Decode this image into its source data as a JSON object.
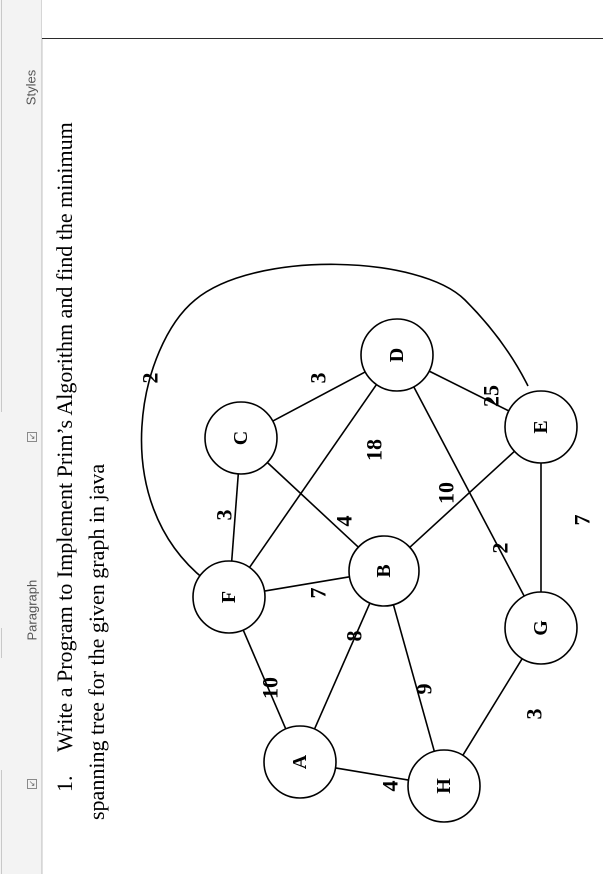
{
  "ribbon": {
    "group_paragraph": "Paragraph",
    "group_styles": "Styles",
    "launcher_glyph": "↘"
  },
  "document": {
    "item_number": "1.",
    "line1": "Write a Program to Implement Prim’s Algorithm and find the minimum",
    "line2": "spanning tree for the given graph in java"
  },
  "graph": {
    "nodes": [
      "A",
      "B",
      "C",
      "D",
      "E",
      "F",
      "G",
      "H"
    ],
    "edges": [
      {
        "u": "F",
        "v": "A",
        "w": "10"
      },
      {
        "u": "A",
        "v": "B",
        "w": "8"
      },
      {
        "u": "A",
        "v": "H",
        "w": "4"
      },
      {
        "u": "F",
        "v": "B",
        "w": "7"
      },
      {
        "u": "F",
        "v": "C",
        "w": "3"
      },
      {
        "u": "F",
        "v": "D",
        "w": "18"
      },
      {
        "u": "F",
        "v": "E",
        "w": "2"
      },
      {
        "u": "C",
        "v": "B",
        "w": "4"
      },
      {
        "u": "C",
        "v": "D",
        "w": "3"
      },
      {
        "u": "B",
        "v": "E",
        "w": "10"
      },
      {
        "u": "B",
        "v": "H",
        "w": "9"
      },
      {
        "u": "D",
        "v": "E",
        "w": "25"
      },
      {
        "u": "D",
        "v": "G",
        "w": "2"
      },
      {
        "u": "E",
        "v": "G",
        "w": "7"
      },
      {
        "u": "H",
        "v": "G",
        "w": "3"
      }
    ]
  }
}
